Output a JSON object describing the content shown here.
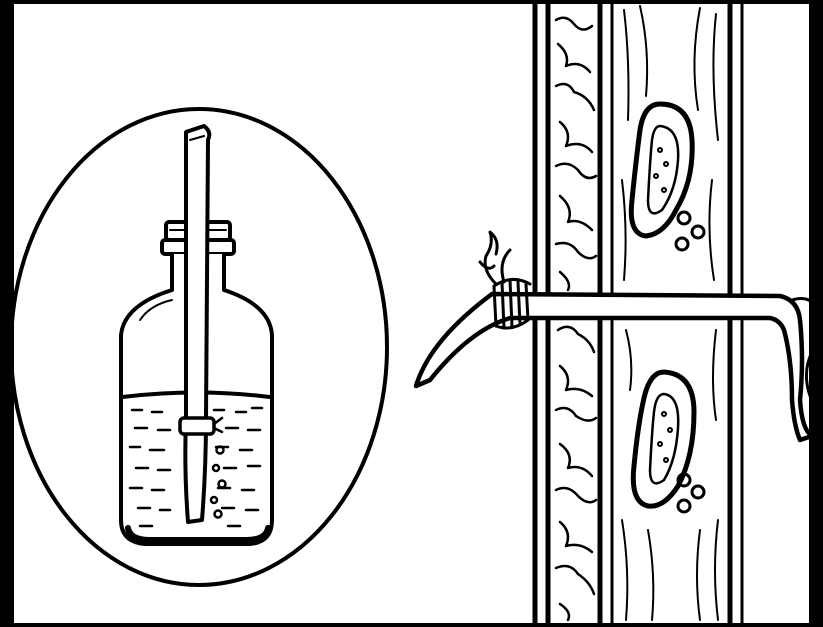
{
  "figure": {
    "background_color": "#ffffff",
    "frame_color": "#000000",
    "ink_color": "#000000"
  },
  "components": [
    {
      "id": "inset",
      "icon": "circle-inset-icon"
    },
    {
      "id": "bottle",
      "icon": "bottle-icon"
    },
    {
      "id": "liquid",
      "icon": "liquid-icon"
    },
    {
      "id": "tube-in-bottle",
      "icon": "tube-icon"
    },
    {
      "id": "tree-trunk",
      "icon": "trunk-icon"
    },
    {
      "id": "bark",
      "icon": "bark-icon"
    },
    {
      "id": "horizontal-tube",
      "icon": "tube-icon"
    },
    {
      "id": "tie",
      "icon": "twine-icon"
    },
    {
      "id": "knot-upper",
      "icon": "knot-icon"
    },
    {
      "id": "knot-lower",
      "icon": "knot-icon"
    }
  ]
}
